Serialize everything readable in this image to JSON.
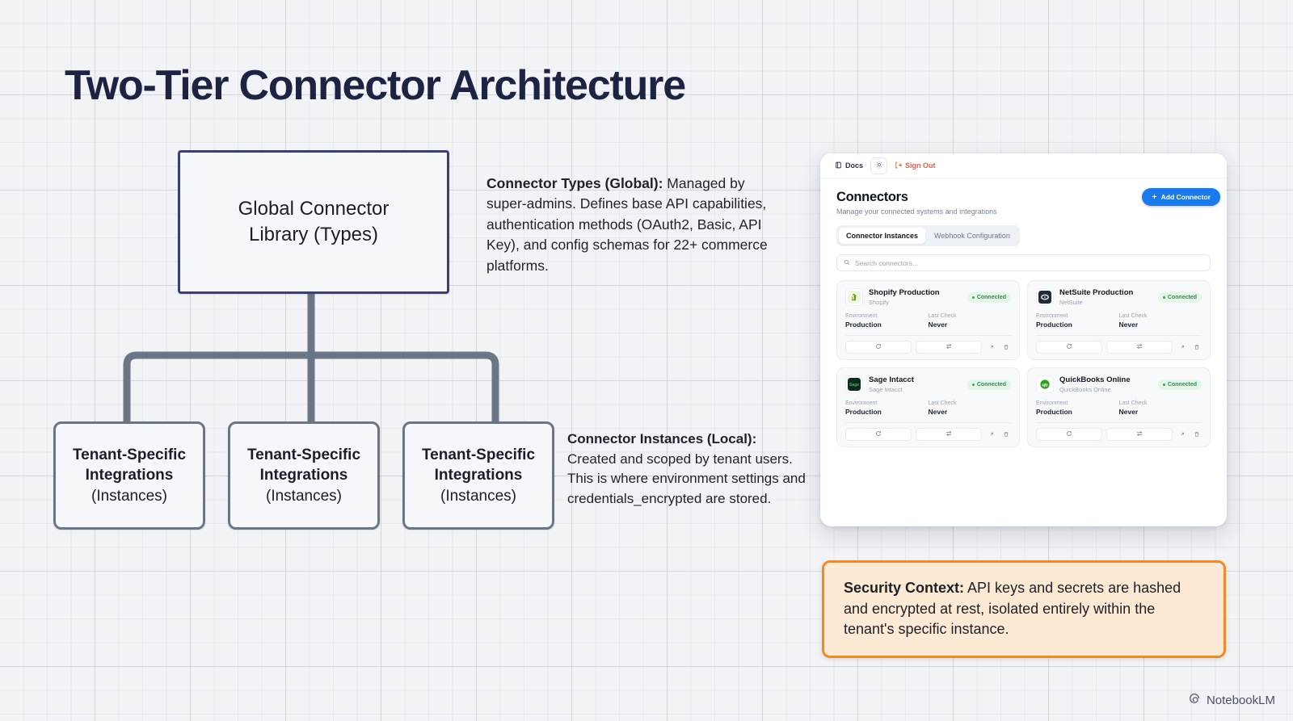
{
  "page": {
    "title": "Two-Tier Connector Architecture",
    "watermark": "NotebookLM"
  },
  "diagram": {
    "root": {
      "line1": "Global Connector",
      "line2": "Library (Types)"
    },
    "children": [
      {
        "line1": "Tenant-Specific",
        "line2": "Integrations",
        "line3": "(Instances)"
      },
      {
        "line1": "Tenant-Specific",
        "line2": "Integrations",
        "line3": "(Instances)"
      },
      {
        "line1": "Tenant-Specific",
        "line2": "Integrations",
        "line3": "(Instances)"
      }
    ],
    "colors": {
      "root_border": "#3b3f73",
      "child_border": "#6b7585",
      "edge": "#6b7585"
    }
  },
  "annotations": {
    "types": {
      "heading": "Connector Types (Global):",
      "body": " Managed by super-admins. Defines base API capabilities, authentication methods (OAuth2, Basic, API Key), and config schemas for 22+ commerce platforms."
    },
    "instances": {
      "heading": "Connector Instances (Local):",
      "body": " Created and scoped by tenant users. This is where environment settings and credentials_encrypted are stored."
    }
  },
  "callout": {
    "heading": "Security Context:",
    "body": " API keys and secrets are hashed and encrypted at rest, isolated entirely within the tenant's specific instance.",
    "border_color": "#ec8b2b",
    "background_color": "#fde9d4"
  },
  "app": {
    "topbar": {
      "docs": "Docs",
      "sign_out": "Sign Out",
      "sign_out_color": "#e0604f"
    },
    "header": {
      "title": "Connectors",
      "subtitle": "Manage your connected systems and integrations",
      "add_button": "Add Connector",
      "add_button_color": "#1a7aeb"
    },
    "tabs": [
      {
        "label": "Connector Instances",
        "active": true
      },
      {
        "label": "Webhook Configuration",
        "active": false
      }
    ],
    "search": {
      "placeholder": "Search connectors...",
      "value": ""
    },
    "meta_labels": {
      "environment": "Environment",
      "last_check": "Last Check"
    },
    "cards": [
      {
        "name": "Shopify Production",
        "type": "Shopify",
        "status": "Connected",
        "environment": "Production",
        "last_check": "Never",
        "logo": "shopify-logo",
        "logo_color": "#7cb342"
      },
      {
        "name": "NetSuite Production",
        "type": "NetSuite",
        "status": "Connected",
        "environment": "Production",
        "last_check": "Never",
        "logo": "netsuite-logo",
        "logo_color": "#222b36"
      },
      {
        "name": "Sage Intacct",
        "type": "Sage Intacct",
        "status": "Connected",
        "environment": "Production",
        "last_check": "Never",
        "logo": "sage-logo",
        "logo_color": "#0d2b1c"
      },
      {
        "name": "QuickBooks Online",
        "type": "QuickBooks Online",
        "status": "Connected",
        "environment": "Production",
        "last_check": "Never",
        "logo": "quickbooks-logo",
        "logo_color": "#2ca01c"
      }
    ],
    "status_color": "#2f8d52"
  }
}
